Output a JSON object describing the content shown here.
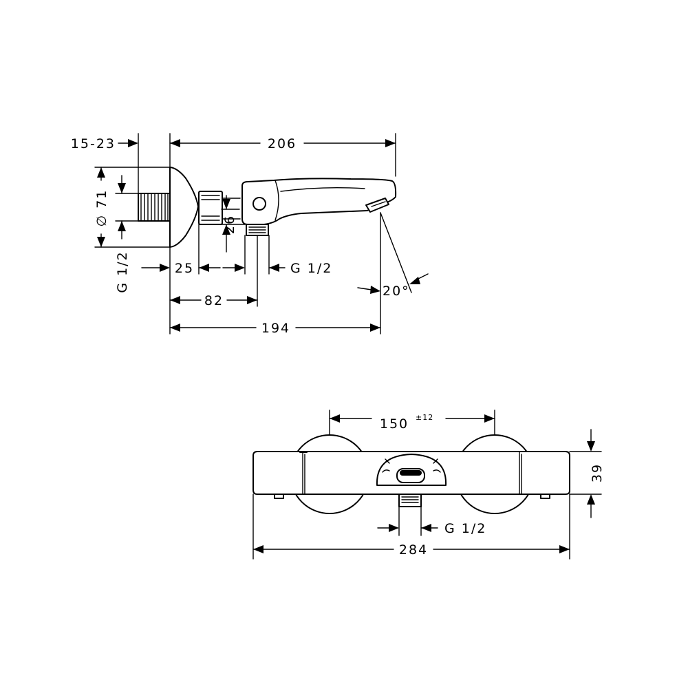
{
  "side_view": {
    "dim_15_23": "15-23",
    "dim_206": "206",
    "dim_diameter": "∅ 71",
    "dim_26": "26",
    "dim_g_left": "G 1/2",
    "dim_25": "25",
    "dim_g_mid": "G 1/2",
    "dim_82": "82",
    "dim_194": "194",
    "dim_angle": "20°"
  },
  "front_view": {
    "dim_150": "150",
    "dim_150_tol": "±12",
    "dim_39": "39",
    "dim_g": "G 1/2",
    "dim_284": "284"
  }
}
